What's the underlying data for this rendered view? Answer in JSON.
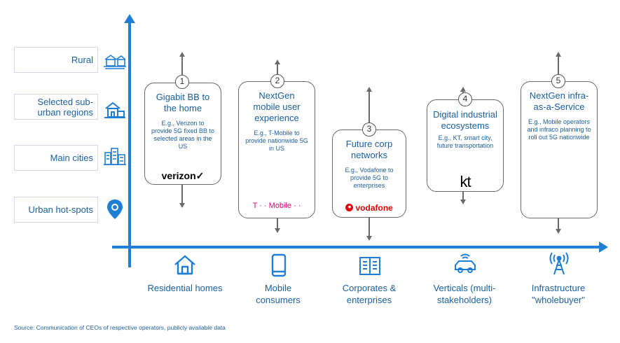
{
  "y_levels": [
    {
      "label": "Rural",
      "icon": "rural-house-icon"
    },
    {
      "label": "Selected sub-urban regions",
      "icon": "suburban-house-icon"
    },
    {
      "label": "Main cities",
      "icon": "city-buildings-icon"
    },
    {
      "label": "Urban hot-spots",
      "icon": "location-pin-icon"
    }
  ],
  "categories": [
    {
      "label": "Residential homes",
      "icon": "house-icon"
    },
    {
      "label": "Mobile consumers",
      "icon": "smartphone-icon"
    },
    {
      "label": "Corporates & enterprises",
      "icon": "office-building-icon"
    },
    {
      "label": "Verticals (multi-stakeholders)",
      "icon": "connected-car-icon"
    },
    {
      "label": "Infrastructure \"wholebuyer\"",
      "icon": "antenna-tower-icon"
    }
  ],
  "cards": [
    {
      "number": "1",
      "title": "Gigabit BB to the home",
      "desc": "E.g., Verizon to provide 5G fixed BB to selected areas in the US",
      "logo": "verizon✓"
    },
    {
      "number": "2",
      "title": "NextGen mobile user experience",
      "desc": "E.g., T-Mobile to provide nationwide 5G in US",
      "logo": "T · · Mobile · ·"
    },
    {
      "number": "3",
      "title": "Future corp networks",
      "desc": "E.g., Vodafone to provide 5G to enterprises",
      "logo": "vodafone"
    },
    {
      "number": "4",
      "title": "Digital industrial ecosystems",
      "desc": "E.g., KT, smart city, future transportation",
      "logo": "kt"
    },
    {
      "number": "5",
      "title": "NextGen infra-as-a-Service",
      "desc": "E.g., Mobile operators and infraco planning to roll out 5G nationwide",
      "logo": ""
    }
  ],
  "source": "Source: Communication of CEOs of respective operators, publicly available data",
  "colors": {
    "accent": "#1f7ed6",
    "text": "#1a5fa0",
    "card_border": "#6a6a6a",
    "verizon_red": "#cd040b",
    "vodafone_red": "#e60000",
    "tmobile_magenta": "#e20074"
  }
}
